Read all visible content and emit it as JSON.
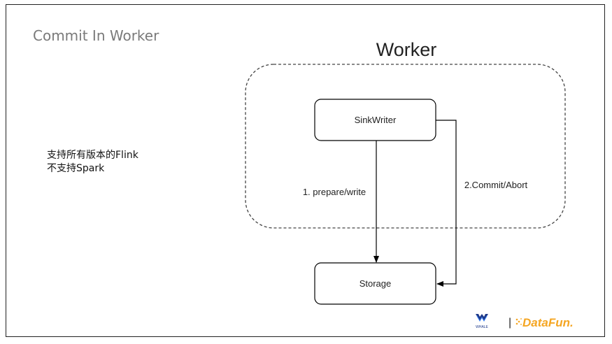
{
  "slide": {
    "title": "Commit In Worker",
    "notes": [
      "支持所有版本的Flink",
      "不支持Spark"
    ]
  },
  "diagram": {
    "group_label": "Worker",
    "nodes": {
      "sink_writer": "SinkWriter",
      "storage": "Storage"
    },
    "edges": {
      "prepare_write": "1. prepare/write",
      "commit_abort": "2.Commit/Abort"
    }
  },
  "footer": {
    "whale_logo_text": "WHALE",
    "separator": "|",
    "brand_logo_text": "DataFun.",
    "brand_color": "#f5a623"
  }
}
